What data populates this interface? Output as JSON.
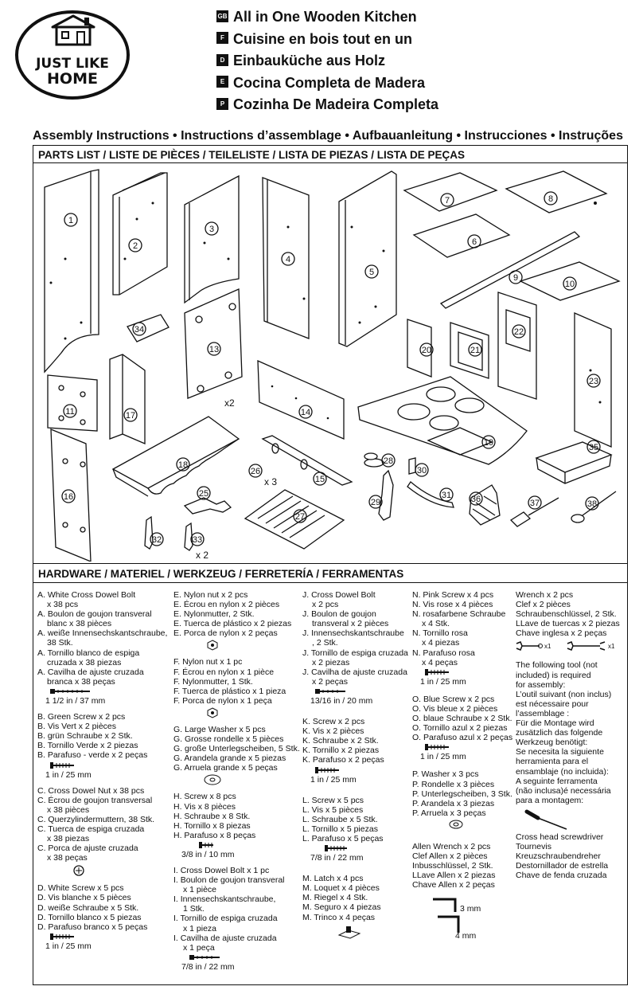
{
  "logo": {
    "line1": "JUST LIKE",
    "line2": "HOME"
  },
  "titles": [
    {
      "flag": "GB",
      "text": "All in One Wooden Kitchen"
    },
    {
      "flag": "F",
      "text": "Cuisine en bois tout en un"
    },
    {
      "flag": "D",
      "text": "Einbauküche aus Holz"
    },
    {
      "flag": "E",
      "text": "Cocina Completa de Madera"
    },
    {
      "flag": "P",
      "text": "Cozinha De Madeira Completa"
    }
  ],
  "subtitle": "Assembly Instructions • Instructions d’assemblage • Aufbauanleitung • Instrucciones • Instruções",
  "parts_header": "PARTS LIST / LISTE DE PIÈCES / TEILELISTE / LISTA DE PIEZAS / LISTA DE PEÇAS",
  "hardware_header": "HARDWARE / MATERIEL / WERKZEUG / FERRETERÍA / FERRAMENTAS",
  "parts": {
    "p1": "1",
    "p2": "2",
    "p3": "3",
    "p4": "4",
    "p5": "5",
    "p6": "6",
    "p7": "7",
    "p8": "8",
    "p9": "9",
    "p10": "10",
    "p11": "11",
    "p13": "13",
    "p14": "14",
    "p15": "15",
    "p16": "16",
    "p17": "17",
    "p18": "18",
    "p19": "19",
    "p20": "20",
    "p21": "21",
    "p22": "22",
    "p23": "23",
    "p25": "25",
    "p26": "26",
    "p27": "27",
    "p28": "28",
    "p29": "29",
    "p30": "30",
    "p31": "31",
    "p32": "32",
    "p33": "33",
    "p34": "34",
    "p35": "35",
    "p36": "36",
    "p37": "37",
    "p38": "38",
    "x2_13": "x2",
    "x3_26": "x 3",
    "x2_33": "x 2"
  },
  "hardware": {
    "A": {
      "lines": [
        "A. White Cross Dowel Bolt",
        "x 38 pcs",
        "A. Boulon de goujon transveral",
        "blanc x 38 pièces",
        "A. weiße Innensechskantschraube,",
        "38 Stk.",
        "A. Tornillo blanco de espiga",
        "cruzada x 38 piezas",
        "A. Cavilha de ajuste cruzada",
        "branca x 38 peças"
      ],
      "size": "1 1/2 in / 37 mm"
    },
    "B": {
      "lines": [
        "B. Green Screw x 2 pcs",
        "B. Vis Vert x 2 pièces",
        "B. grün Schraube x 2 Stk.",
        "B. Tornillo Verde x 2 piezas",
        "B. Parafuso - verde x 2 peças"
      ],
      "size": "1 in / 25 mm"
    },
    "C": {
      "lines": [
        "C. Cross Dowel Nut x 38 pcs",
        "C. Écrou de goujon transversal",
        "x 38 pièces",
        "C. Querzylindermuttern, 38 Stk.",
        "C. Tuerca de espiga cruzada",
        "x 38 piezas",
        "C. Porca de ajuste cruzada",
        "x 38 peças"
      ]
    },
    "D": {
      "lines": [
        "D. White Screw x 5 pcs",
        "D. Vis blanche x 5 pièces",
        "D. weiße Schraube x 5 Stk.",
        "D. Tornillo blanco x 5 piezas",
        "D. Parafuso branco x 5 peças"
      ],
      "size": "1 in / 25 mm"
    },
    "E": {
      "lines": [
        "E. Nylon nut x 2 pcs",
        "E. Écrou en nylon x 2 pièces",
        "E. Nylonmutter, 2 Stk.",
        "E. Tuerca de plástico x 2 piezas",
        "E. Porca de nylon x 2 peças"
      ]
    },
    "F": {
      "lines": [
        "F. Nylon nut x 1 pc",
        "F. Écrou en nylon x 1 pièce",
        "F. Nylonmutter, 1 Stk.",
        "F. Tuerca de plástico x 1 pieza",
        "F. Porca de nylon x 1 peça"
      ]
    },
    "G": {
      "lines": [
        "G. Large Washer x 5 pcs",
        "G. Grosse rondelle x 5 pièces",
        "G. große Unterlegscheiben, 5 Stk.",
        "G. Arandela grande x 5 piezas",
        "G. Arruela grande x 5 peças"
      ]
    },
    "H": {
      "lines": [
        "H. Screw x 8 pcs",
        "H. Vis x 8 pièces",
        "H. Schraube x 8 Stk.",
        "H. Tornillo x 8 piezas",
        "H. Parafuso x 8 peças"
      ],
      "size": "3/8 in / 10 mm"
    },
    "I": {
      "lines": [
        "I. Cross Dowel Bolt x 1 pc",
        "I. Boulon de goujon transveral",
        "x 1 pièce",
        "I. Innensechskantschraube,",
        "1 Stk.",
        "I. Tornillo de espiga cruzada",
        "x 1 pieza",
        "I. Cavilha de ajuste cruzada",
        "x 1 peça"
      ],
      "size": "7/8 in / 22 mm"
    },
    "J": {
      "lines": [
        "J. Cross Dowel Bolt",
        "x 2 pcs",
        "J. Boulon de goujon",
        "transveral x 2 pièces",
        "J. Innensechskantschraube",
        ", 2 Stk.",
        "J. Tornillo de espiga cruzada",
        "x 2 piezas",
        "J. Cavilha de ajuste cruzada",
        "x 2 peças"
      ],
      "size": "13/16 in / 20 mm"
    },
    "K": {
      "lines": [
        "K. Screw x 2 pcs",
        "K. Vis x 2 pièces",
        "K. Schraube x 2 Stk.",
        "K. Tornillo x 2 piezas",
        "K. Parafuso x 2 peças"
      ],
      "size": "1 in / 25 mm"
    },
    "L": {
      "lines": [
        "L. Screw x 5 pcs",
        "L. Vis x 5 pièces",
        "L. Schraube x 5 Stk.",
        "L. Tornillo x 5 piezas",
        "L. Parafuso x 5 peças"
      ],
      "size": "7/8 in / 22 mm"
    },
    "M": {
      "lines": [
        "M. Latch x 4 pcs",
        "M. Loquet x 4 pièces",
        "M. Riegel x 4 Stk.",
        "M. Seguro x 4 piezas",
        "M. Trinco x 4 peças"
      ]
    },
    "N": {
      "lines": [
        "N. Pink Screw x 4 pcs",
        "N. Vis rose x 4 pièces",
        "N. rosafarbene Schraube",
        "x 4 Stk.",
        "N. Tornillo rosa",
        "x 4 piezas",
        "N. Parafuso rosa",
        "x 4 peças"
      ],
      "size": "1 in / 25 mm"
    },
    "O": {
      "lines": [
        "O. Blue Screw x 2 pcs",
        "O. Vis bleue x 2 pièces",
        "O. blaue Schraube x 2 Stk.",
        "O. Tornillo azul x 2 piezas",
        "O. Parafuso azul x 2 peças"
      ],
      "size": "1 in / 25 mm"
    },
    "P": {
      "lines": [
        "P. Washer x 3 pcs",
        "P. Rondelle x 3 pièces",
        "P. Unterlegscheiben, 3 Stk.",
        "P. Arandela x 3 piezas",
        "P. Arruela x 3 peças"
      ]
    },
    "allen": {
      "lines": [
        "Allen Wrench x 2 pcs",
        "Clef Allen x 2 pièces",
        "Inbusschlüssel, 2 Stk.",
        "LLave Allen x 2 piezas",
        "Chave Allen x 2 peças"
      ],
      "size1": "3 mm",
      "size2": "4 mm"
    },
    "wrench": {
      "lines": [
        "Wrench x 2 pcs",
        "Clef x 2 pièces",
        "Schraubenschlüssel, 2 Stk.",
        "LLave de tuercas x 2 piezas",
        "Chave inglesa x 2 peças"
      ],
      "x1a": "x1",
      "x1b": "x1"
    },
    "tool": {
      "lines": [
        "The following tool (not",
        "included) is required",
        "for assembly:",
        "L’outil suivant (non inclus)",
        "est nécessaire pour",
        "l’assemblage :",
        "Für die Montage wird",
        "zusätzlich das folgende",
        "Werkzeug benötigt:",
        "Se necesita la siguiente",
        "herramienta para el",
        "ensamblaje (no incluida):",
        "A seguinte ferramenta",
        "(não inclusa)é necessária",
        "para a montagem:"
      ],
      "names": [
        "Cross head screwdriver",
        "Tournevis",
        "Kreuzschraubendreher",
        "Destornillador de estrella",
        "Chave de fenda cruzada"
      ]
    }
  }
}
